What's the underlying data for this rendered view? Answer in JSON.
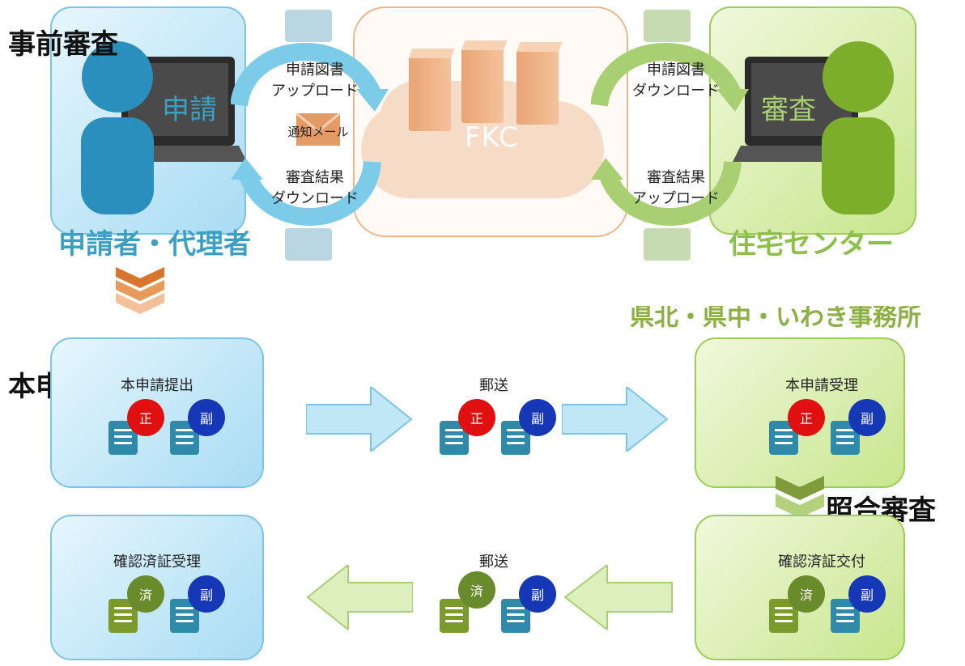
{
  "titles": {
    "pre_review": "事前審査",
    "main_application": "本申請",
    "verification": "照合審査"
  },
  "parties": {
    "applicant": "申請者・代理者",
    "housing_center": "住宅センター",
    "regional_office": "県北・県中・いわき事務所",
    "fkc": "FKC",
    "applicant_screen": "申請",
    "reviewer_screen": "審査"
  },
  "flow_captions": {
    "upload_docs": "申請図書\nアップロード",
    "download_docs": "申請図書\nダウンロード",
    "notification_mail": "通知メール",
    "download_results": "審査結果\nダウンロード",
    "upload_results": "審査結果\nアップロード"
  },
  "cards": {
    "submit": "本申請提出",
    "mail_1": "郵送",
    "receive": "本申請受理",
    "issue": "確認済証交付",
    "mail_2": "郵送",
    "accept": "確認済証受理"
  },
  "badges": {
    "original": "正",
    "copy": "副",
    "done": "済"
  },
  "colors": {
    "blue_card": "#a9dcf3",
    "green_card": "#c8e68d",
    "cloud": "#f6dcc6",
    "applicant_text": "#3aa0c4",
    "center_text": "#8cc04a",
    "office_text": "#8cb045",
    "red_badge": "#e01010",
    "blue_badge": "#1638b6",
    "olive_badge": "#6a8b2c"
  }
}
